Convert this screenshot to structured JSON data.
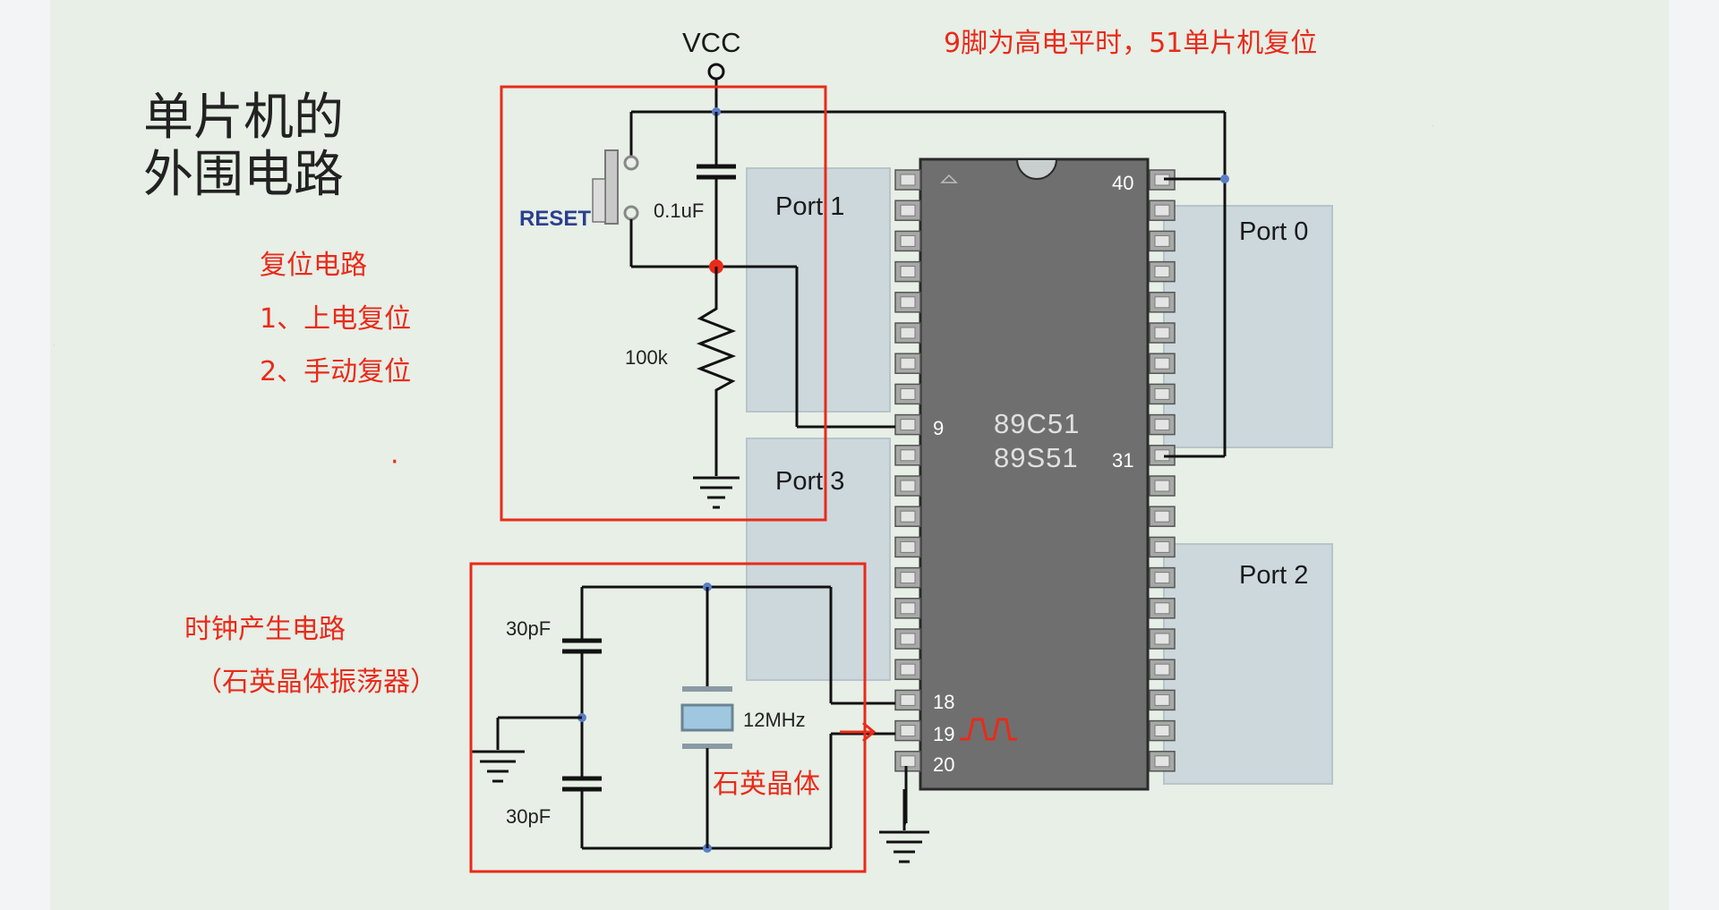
{
  "title_line1": "单片机的",
  "title_line2": "外围电路",
  "reset_heading": "复位电路",
  "reset_item1": "1、上电复位",
  "reset_item2": "2、手动复位",
  "clock_heading": "时钟产生电路",
  "clock_sub": "（石英晶体振荡器）",
  "top_note": "9脚为高电平时，51单片机复位",
  "crystal_note": "石英晶体",
  "vcc_label": "VCC",
  "reset_button_label": "RESET",
  "cap_label": "0.1uF",
  "resistor_label": "100k",
  "c1_label": "30pF",
  "c2_label": "30pF",
  "crystal_label": "12MHz",
  "chip_name1": "89C51",
  "chip_name2": "89S51",
  "port1": "Port 1",
  "port3": "Port 3",
  "port0": "Port 0",
  "port2": "Port 2",
  "pin40": "40",
  "pin9": "9",
  "pin31": "31",
  "pin18": "18",
  "pin19": "19",
  "pin20": "20",
  "dot": "·",
  "colors": {
    "annotation": "#ea2a1a",
    "chip": "#6f6f6f",
    "port_fill": "#cdd8dd",
    "background": "#e7efe6"
  }
}
